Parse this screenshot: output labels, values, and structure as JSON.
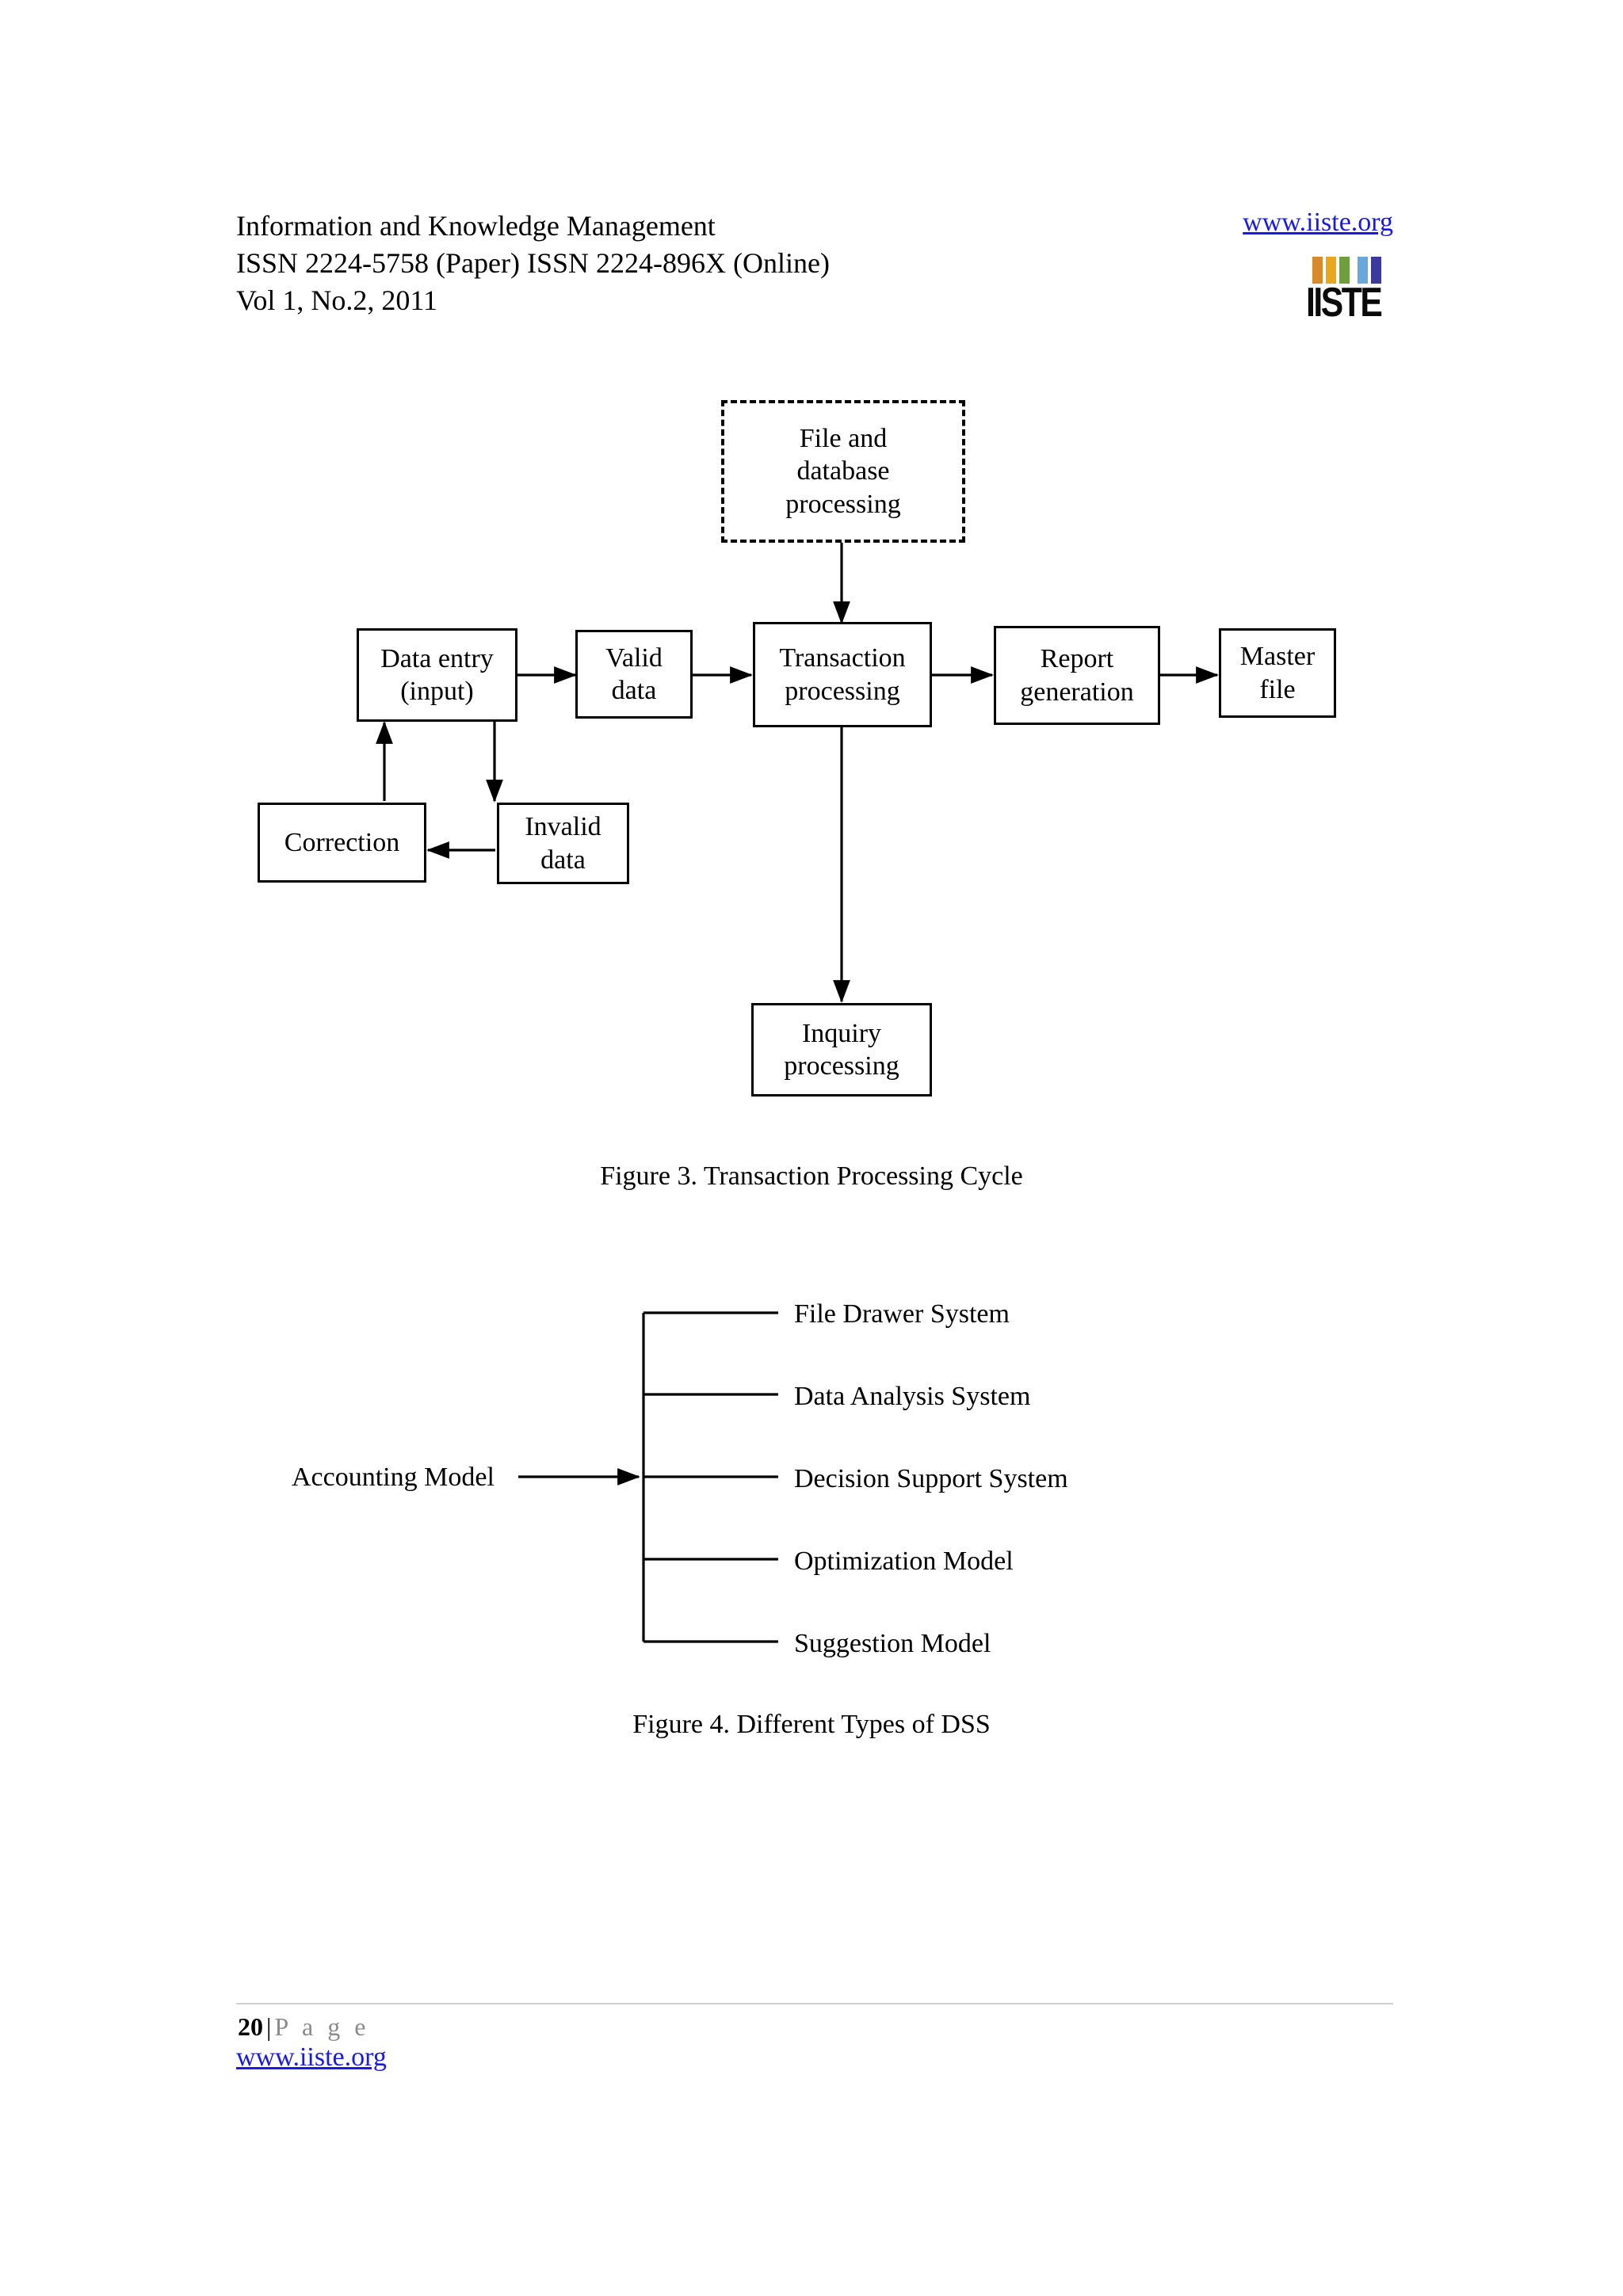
{
  "header": {
    "journal_title": "Information and Knowledge Management",
    "issn_line": "ISSN 2224-5758 (Paper) ISSN 2224-896X (Online)",
    "volume_line": "Vol 1, No.2, 2011",
    "website": "www.iiste.org",
    "logo_text": "IISTE",
    "logo_colors": [
      "#d8892a",
      "#e8a71d",
      "#6f9e3f",
      "#6aa7dd",
      "#3a3a9e"
    ]
  },
  "figure3": {
    "caption": "Figure 3. Transaction Processing Cycle",
    "nodes": {
      "file_database": "File and\ndatabase\nprocessing",
      "file_database_l1": "File and",
      "file_database_l2": "database",
      "file_database_l3": "processing",
      "data_entry_l1": "Data entry",
      "data_entry_l2": "(input)",
      "valid_data_l1": "Valid",
      "valid_data_l2": "data",
      "transaction_l1": "Transaction",
      "transaction_l2": "processing",
      "report_l1": "Report",
      "report_l2": "generation",
      "master_l1": "Master",
      "master_l2": "file",
      "correction": "Correction",
      "invalid_l1": "Invalid",
      "invalid_l2": "data",
      "inquiry_l1": "Inquiry",
      "inquiry_l2": "processing"
    }
  },
  "figure4": {
    "caption": "Figure 4. Different Types of DSS",
    "root": "Accounting Model",
    "branches": [
      "File Drawer System",
      "Data Analysis System",
      "Decision Support System",
      "Optimization Model",
      "Suggestion Model"
    ]
  },
  "footer": {
    "page_number": "20",
    "separator": "|",
    "page_word": "P a g e",
    "website": "www.iiste.org"
  }
}
